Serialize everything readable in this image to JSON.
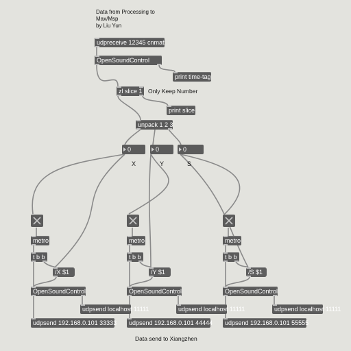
{
  "comments": {
    "title_line1": "Data from Processing to",
    "title_line2": "Max/Msp",
    "title_line3": "by Liu Yun",
    "only_keep": "Only Keep Number",
    "x_label": "X",
    "y_label": "Y",
    "s_label": "S",
    "footer": "Data send to Xiangzhen"
  },
  "objects": {
    "udpreceive": "udpreceive 12345 cnmat",
    "osc_top": "OpenSoundControl",
    "print_timetag": "print time-tag",
    "zl_slice": "zl slice 1",
    "print_slice": "print slice",
    "unpack": "unpack 1 2 3",
    "metro": "metro",
    "tbb": "t b b",
    "osc": "OpenSoundControl",
    "udpsend_local": "udpsend localhost 11111",
    "udpsend_x": "udpsend 192.168.0.101 33333",
    "udpsend_y": "udpsend 192.168.0.101 44444",
    "udpsend_s": "udpsend 192.168.0.101 55555"
  },
  "messages": {
    "x": "/X $1",
    "y": "/Y $1",
    "s": "/S $1"
  },
  "numbers": {
    "x": "0",
    "y": "0",
    "s": "0"
  },
  "colors": {
    "background": "#e3e3de",
    "object": "#5b5b5b",
    "wire": "#8a8a8a"
  }
}
